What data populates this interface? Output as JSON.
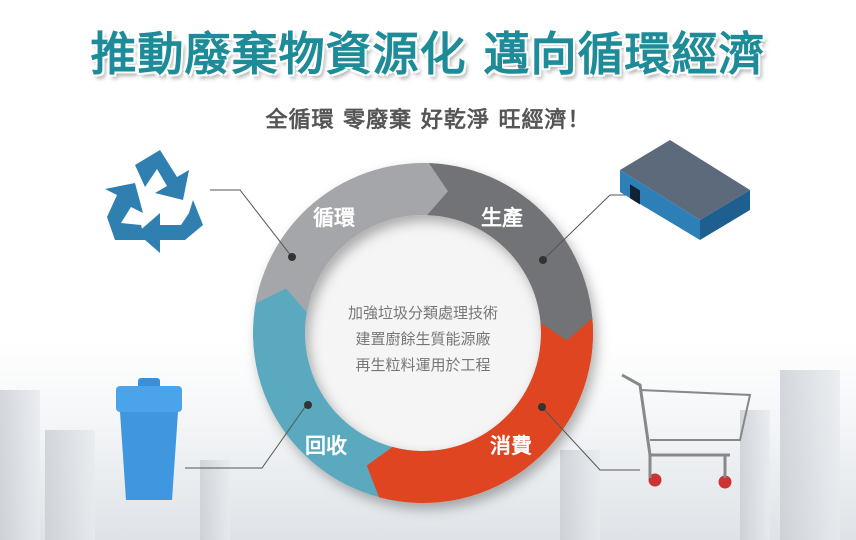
{
  "title": "推動廢棄物資源化 邁向循環經濟",
  "subtitle": "全循環 零廢棄 好乾淨 旺經濟！",
  "cycle": [
    {
      "label": "循環",
      "color": "#a4a6a9",
      "icon": "recycle-icon"
    },
    {
      "label": "生產",
      "color": "#727376",
      "icon": "factory-icon"
    },
    {
      "label": "消費",
      "color": "#e04520",
      "icon": "shopping-cart-icon"
    },
    {
      "label": "回收",
      "color": "#5aa9bf",
      "icon": "trash-bin-icon"
    }
  ],
  "center_lines": [
    "加強垃圾分類處理技術",
    "建置廚餘生質能源廠",
    "再生粒料運用於工程"
  ]
}
